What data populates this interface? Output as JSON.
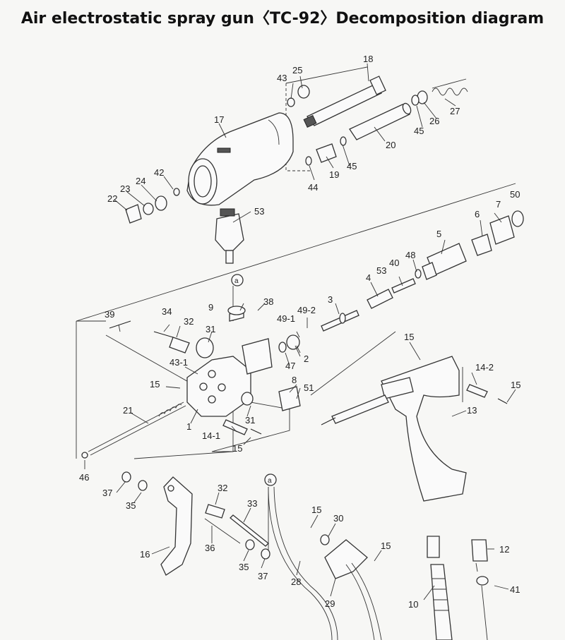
{
  "title": "Air electrostatic spray gun〈TC-92〉Decomposition diagram",
  "labels": {
    "l1": "1",
    "l2": "2",
    "l3": "3",
    "l4": "4",
    "l5": "5",
    "l6": "6",
    "l7": "7",
    "l8": "8",
    "l9": "9",
    "l10": "10",
    "l12": "12",
    "l13": "13",
    "l14_1": "14-1",
    "l14_2": "14-2",
    "l15a": "15",
    "l15b": "15",
    "l15c": "15",
    "l15d": "15",
    "l15e": "15",
    "l15f": "15",
    "l16": "16",
    "l17": "17",
    "l18": "18",
    "l19": "19",
    "l20": "20",
    "l21": "21",
    "l22": "22",
    "l23": "23",
    "l24": "24",
    "l25": "25",
    "l26": "26",
    "l27": "27",
    "l28": "28",
    "l29": "29",
    "l30": "30",
    "l31a": "31",
    "l31b": "31",
    "l32a": "32",
    "l32b": "32",
    "l33": "33",
    "l34": "34",
    "l35a": "35",
    "l35b": "35",
    "l36": "36",
    "l37a": "37",
    "l37b": "37",
    "l38": "38",
    "l39": "39",
    "l40": "40",
    "l41": "41",
    "l42": "42",
    "l43": "43",
    "l43_1": "43-1",
    "l44": "44",
    "l45a": "45",
    "l45b": "45",
    "l46": "46",
    "l47": "47",
    "l48": "48",
    "l49_1": "49-1",
    "l49_2": "49-2",
    "l50": "50",
    "l51": "51",
    "l53a": "53",
    "l53b": "53",
    "marker_a1": "a",
    "marker_a2": "a"
  }
}
